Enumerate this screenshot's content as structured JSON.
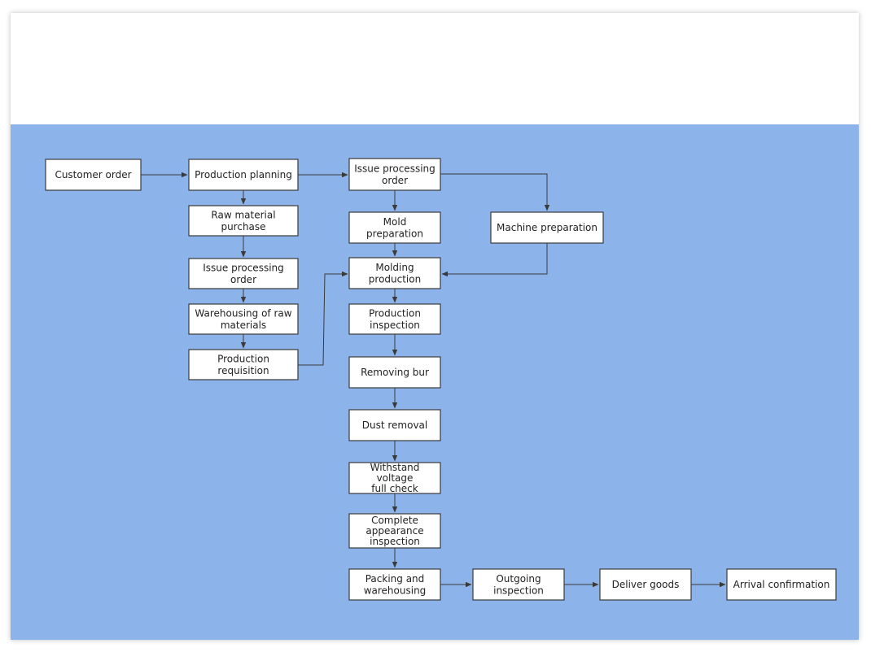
{
  "nodes": [
    {
      "id": "customer_order",
      "lines": [
        "Customer order"
      ]
    },
    {
      "id": "production_planning",
      "lines": [
        "Production planning"
      ]
    },
    {
      "id": "issue_processing_order_top",
      "lines": [
        "Issue processing",
        "order"
      ]
    },
    {
      "id": "raw_material_purchase",
      "lines": [
        "Raw material",
        "purchase"
      ]
    },
    {
      "id": "issue_processing_order_left",
      "lines": [
        "Issue processing",
        "order"
      ]
    },
    {
      "id": "warehousing_raw",
      "lines": [
        "Warehousing of raw",
        "materials"
      ]
    },
    {
      "id": "production_requisition",
      "lines": [
        "Production",
        "requisition"
      ]
    },
    {
      "id": "mold_preparation",
      "lines": [
        "Mold",
        "preparation"
      ]
    },
    {
      "id": "machine_preparation",
      "lines": [
        "Machine preparation"
      ]
    },
    {
      "id": "molding_production",
      "lines": [
        "Molding",
        "production"
      ]
    },
    {
      "id": "production_inspection",
      "lines": [
        "Production",
        "inspection"
      ]
    },
    {
      "id": "removing_bur",
      "lines": [
        "Removing bur"
      ]
    },
    {
      "id": "dust_removal",
      "lines": [
        "Dust removal"
      ]
    },
    {
      "id": "withstand_voltage",
      "lines": [
        "Withstand",
        "voltage",
        "full check"
      ]
    },
    {
      "id": "complete_appearance",
      "lines": [
        "Complete",
        "appearance",
        "inspection"
      ]
    },
    {
      "id": "packing_warehousing",
      "lines": [
        "Packing and",
        "warehousing"
      ]
    },
    {
      "id": "outgoing_inspection",
      "lines": [
        "Outgoing",
        "inspection"
      ]
    },
    {
      "id": "deliver_goods",
      "lines": [
        "Deliver goods"
      ]
    },
    {
      "id": "arrival_confirmation",
      "lines": [
        "Arrival confirmation"
      ]
    }
  ],
  "edges": [
    {
      "from": "customer_order",
      "to": "production_planning"
    },
    {
      "from": "production_planning",
      "to": "issue_processing_order_top"
    },
    {
      "from": "production_planning",
      "to": "raw_material_purchase"
    },
    {
      "from": "raw_material_purchase",
      "to": "issue_processing_order_left"
    },
    {
      "from": "issue_processing_order_left",
      "to": "warehousing_raw"
    },
    {
      "from": "warehousing_raw",
      "to": "production_requisition"
    },
    {
      "from": "production_requisition",
      "to": "molding_production"
    },
    {
      "from": "issue_processing_order_top",
      "to": "mold_preparation"
    },
    {
      "from": "issue_processing_order_top",
      "to": "machine_preparation"
    },
    {
      "from": "mold_preparation",
      "to": "molding_production"
    },
    {
      "from": "machine_preparation",
      "to": "molding_production"
    },
    {
      "from": "molding_production",
      "to": "production_inspection"
    },
    {
      "from": "production_inspection",
      "to": "removing_bur"
    },
    {
      "from": "removing_bur",
      "to": "dust_removal"
    },
    {
      "from": "dust_removal",
      "to": "withstand_voltage"
    },
    {
      "from": "withstand_voltage",
      "to": "complete_appearance"
    },
    {
      "from": "complete_appearance",
      "to": "packing_warehousing"
    },
    {
      "from": "packing_warehousing",
      "to": "outgoing_inspection"
    },
    {
      "from": "outgoing_inspection",
      "to": "deliver_goods"
    },
    {
      "from": "deliver_goods",
      "to": "arrival_confirmation"
    }
  ]
}
